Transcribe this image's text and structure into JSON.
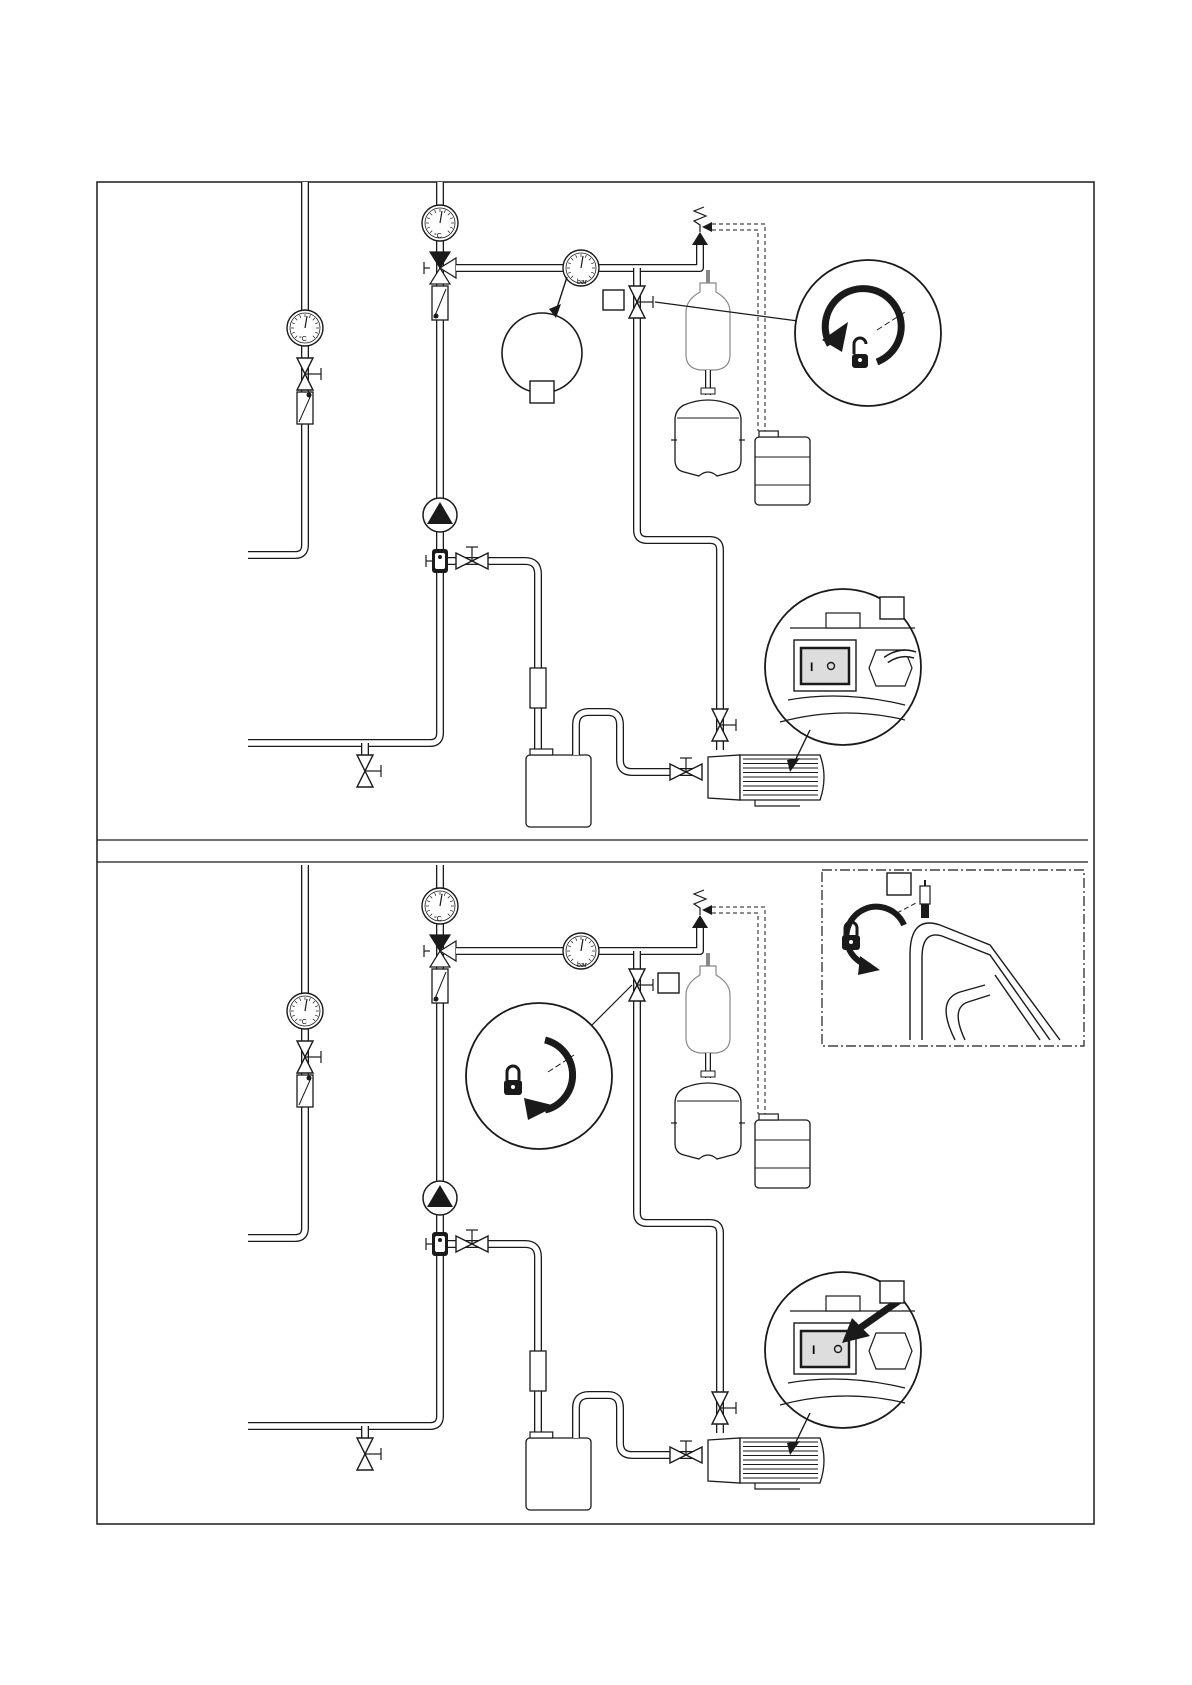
{
  "gauges": {
    "temperature_unit": "°C",
    "pressure_unit": "bar"
  },
  "switch": {
    "on_mark": "I",
    "off_mark": "O"
  },
  "colors": {
    "line": "#1a1a1a",
    "pipe_inner": "#ffffff",
    "pipe_outer": "#555555",
    "background": "#ffffff"
  },
  "icons": {
    "valve": "valve-icon",
    "pump": "pump-triangle-icon",
    "thermometer": "thermometer-icon",
    "pressure_gauge": "pressure-gauge-icon",
    "padlock": "padlock-icon",
    "rotation_arrow": "rotation-arrow-icon",
    "canister": "canister-icon",
    "motor": "filling-pump-motor-icon"
  }
}
